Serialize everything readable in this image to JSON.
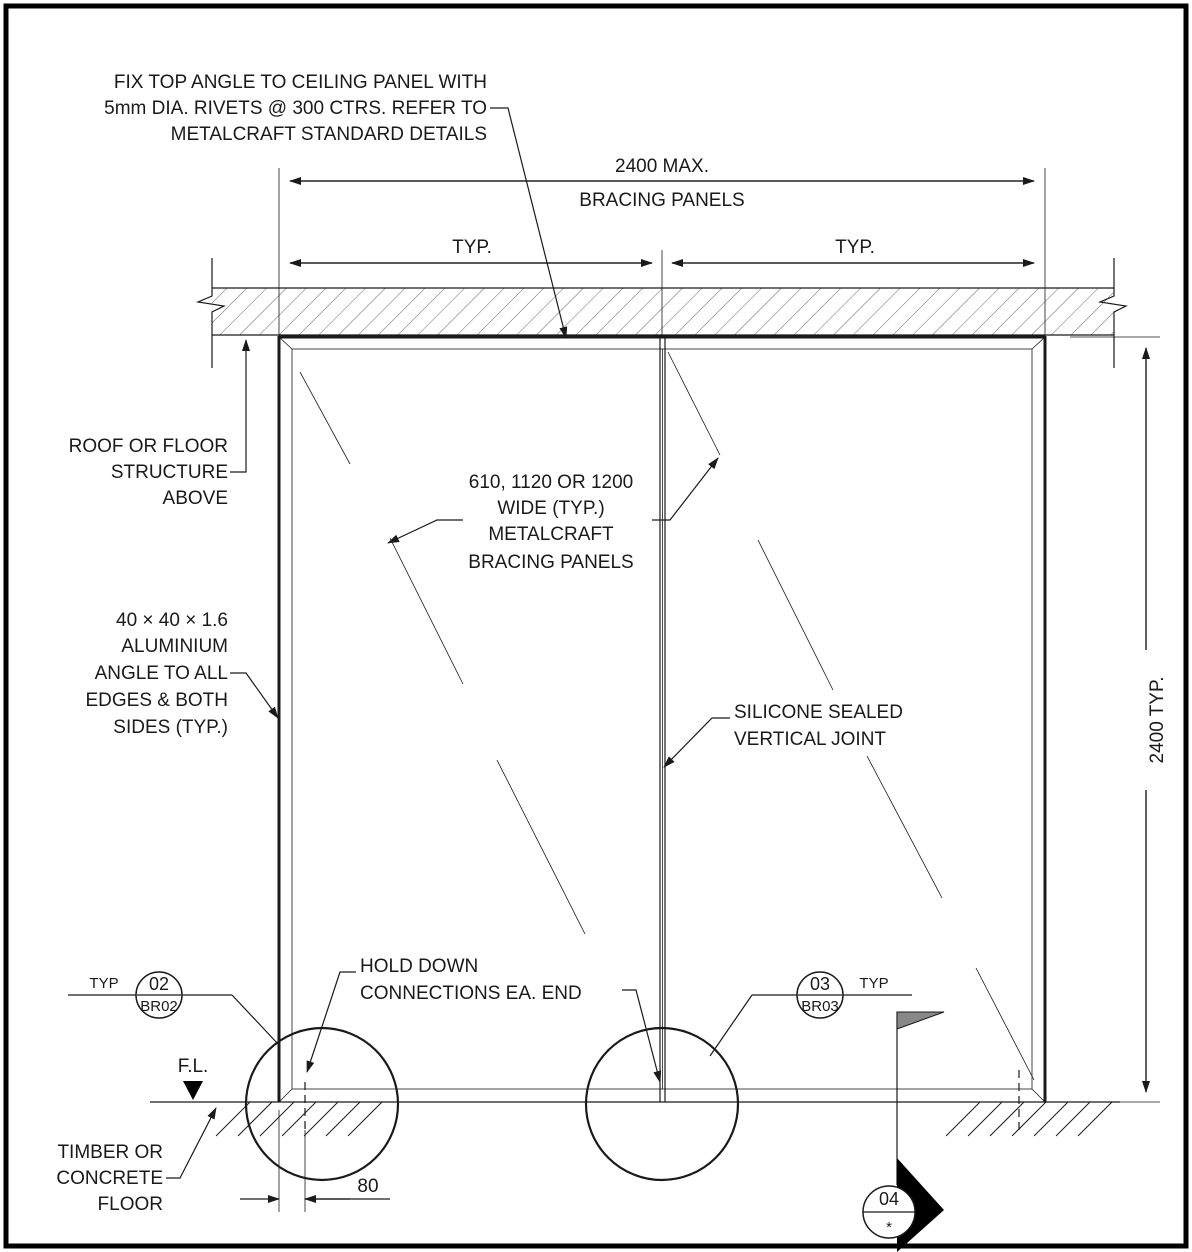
{
  "notes": {
    "top_angle": [
      "FIX TOP ANGLE TO CEILING PANEL WITH",
      "5mm DIA. RIVETS @ 300 CTRS. REFER TO",
      "METALCRAFT STANDARD DETAILS"
    ],
    "roof": [
      "ROOF OR FLOOR",
      "STRUCTURE",
      "ABOVE"
    ],
    "panel_width": [
      "610, 1120 OR 1200",
      "WIDE (TYP.)",
      "METALCRAFT",
      "BRACING PANELS"
    ],
    "aluminium": [
      "40 × 40 × 1.6",
      "ALUMINIUM",
      "ANGLE TO ALL",
      "EDGES & BOTH",
      "SIDES (TYP.)"
    ],
    "silicone": [
      "SILICONE SEALED",
      "VERTICAL JOINT"
    ],
    "hold_down": [
      "HOLD DOWN",
      "CONNECTIONS EA. END"
    ],
    "floor": [
      "TIMBER OR",
      "CONCRETE",
      "FLOOR"
    ]
  },
  "dimensions": {
    "overall_width": "2400 MAX.",
    "overall_label": "BRACING PANELS",
    "left_typ": "TYP.",
    "right_typ": "TYP.",
    "height": "2400 TYP.",
    "edge_offset": "80"
  },
  "level_mark": "F.L.",
  "detail_refs": {
    "left": {
      "typ": "TYP",
      "number": "02",
      "sheet": "BR02"
    },
    "right": {
      "typ": "TYP",
      "number": "03",
      "sheet": "BR03"
    },
    "section": {
      "number": "04",
      "sheet": "*"
    }
  }
}
